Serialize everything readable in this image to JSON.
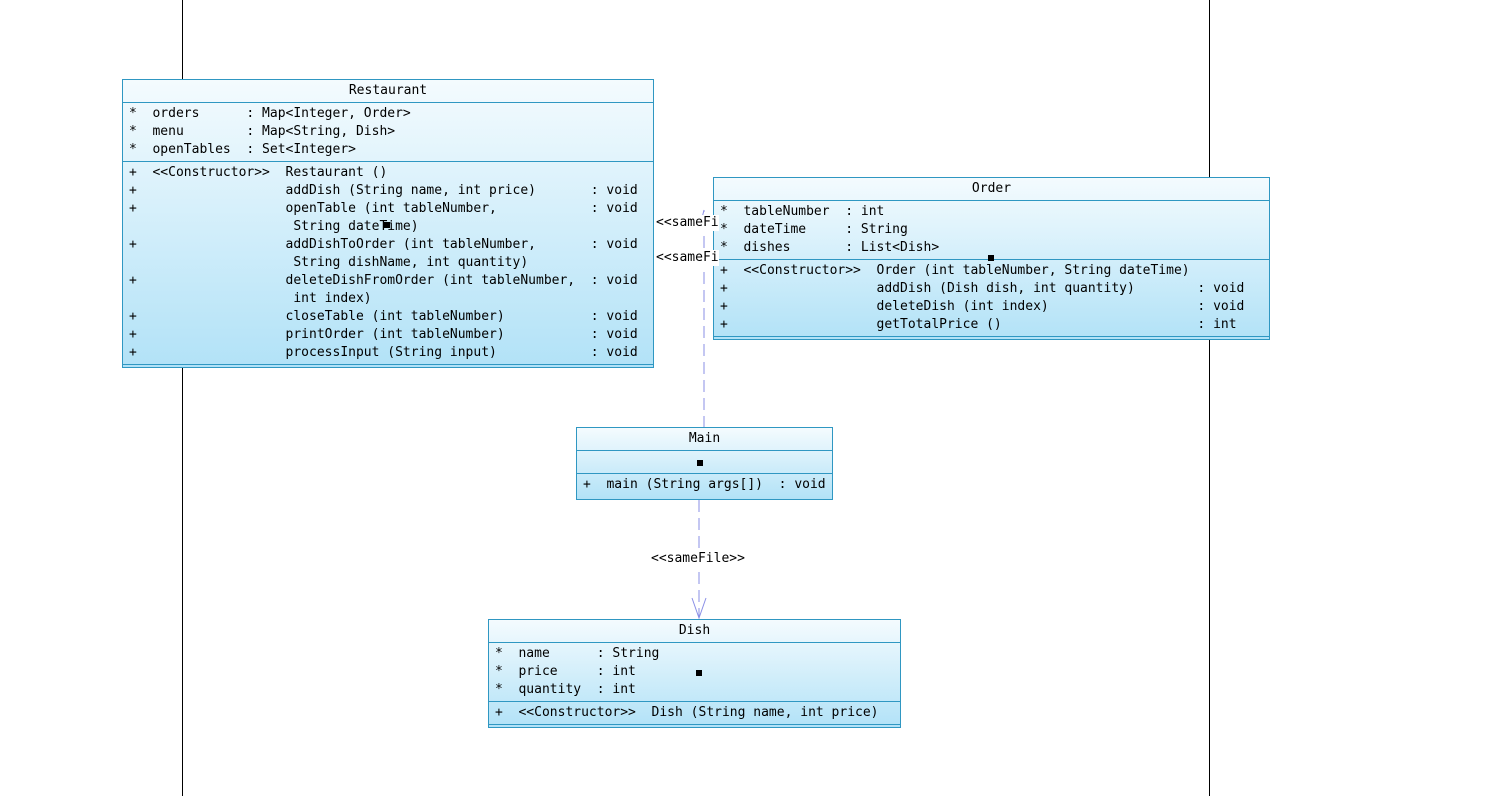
{
  "classes": {
    "restaurant": {
      "name": "Restaurant",
      "fields": "*  orders      : Map<Integer, Order>\n*  menu        : Map<String, Dish>\n*  openTables  : Set<Integer>",
      "methods": "+  <<Constructor>>  Restaurant ()\n+                   addDish (String name, int price)       : void\n+                   openTable (int tableNumber,            : void\n                     String dateTime)\n+                   addDishToOrder (int tableNumber,       : void\n                     String dishName, int quantity)\n+                   deleteDishFromOrder (int tableNumber,  : void\n                     int index)\n+                   closeTable (int tableNumber)           : void\n+                   printOrder (int tableNumber)           : void\n+                   processInput (String input)            : void"
    },
    "order": {
      "name": "Order",
      "fields": "*  tableNumber  : int\n*  dateTime     : String\n*  dishes       : List<Dish>",
      "methods": "+  <<Constructor>>  Order (int tableNumber, String dateTime)\n+                   addDish (Dish dish, int quantity)        : void\n+                   deleteDish (int index)                   : void\n+                   getTotalPrice ()                         : int"
    },
    "main": {
      "name": "Main",
      "methods": "+  main (String args[])  : void"
    },
    "dish": {
      "name": "Dish",
      "fields": "*  name      : String\n*  price     : int\n*  quantity  : int",
      "methods": "+  <<Constructor>>  Dish (String name, int price)"
    }
  },
  "edges": {
    "main_to_restaurant": "<<sameFi",
    "main_to_order": "<<sameFi",
    "main_to_dish": "<<sameFile>>"
  },
  "colors": {
    "class_border": "#2f97c2",
    "class_fill_top": "#f4fbfe",
    "class_fill_bottom": "#b2e2f7",
    "dependency_line": "#8a8fe6"
  }
}
